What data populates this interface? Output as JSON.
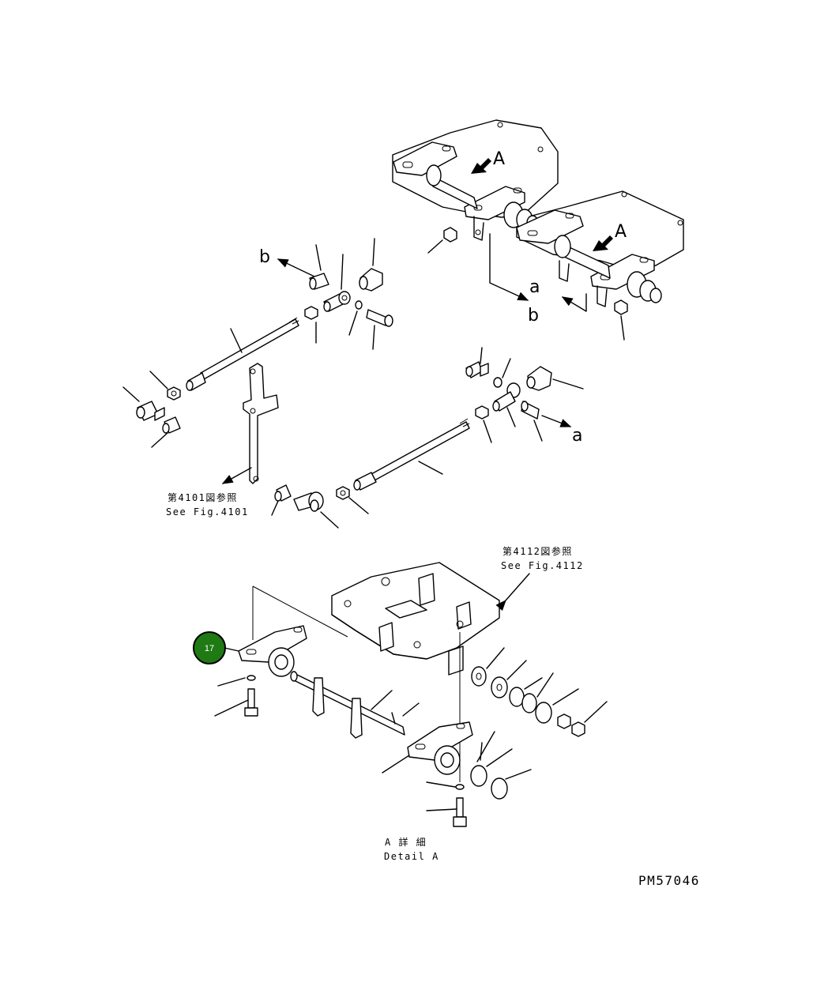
{
  "letters": {
    "view_a": "A",
    "conn_a": "a",
    "conn_b": "b"
  },
  "refs": {
    "fig4101_jp": "第4101図参照",
    "fig4101_en": "See Fig.4101",
    "fig4112_jp": "第4112図参照",
    "fig4112_en": "See Fig.4112"
  },
  "detail": {
    "jp": "A 詳 細",
    "en": "Detail A"
  },
  "drawing_code": "PM57046",
  "callout": {
    "number": "17",
    "color": "#1f7a14"
  }
}
